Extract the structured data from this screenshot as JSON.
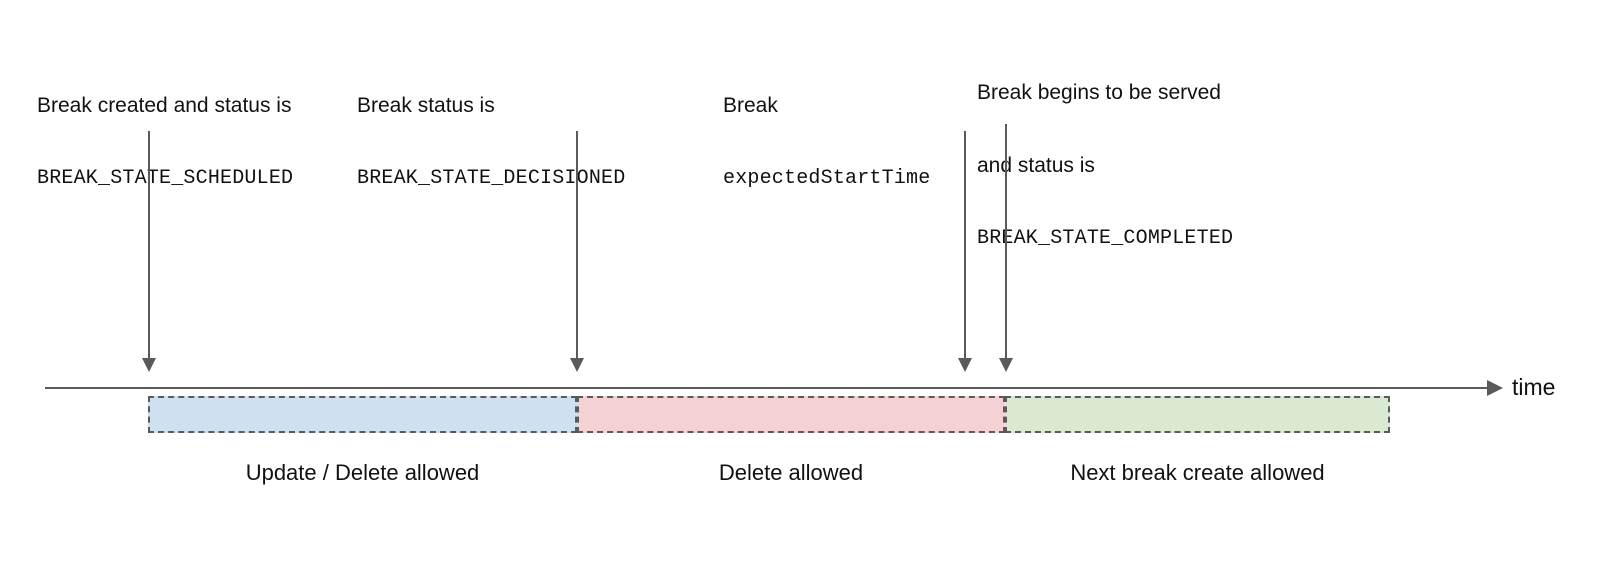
{
  "diagram": {
    "axis": {
      "label": "time"
    },
    "annotations": [
      {
        "id": "scheduled",
        "prose_lines": [
          "Break created and status is"
        ],
        "code_lines": [
          "BREAK_STATE_SCHEDULED"
        ]
      },
      {
        "id": "decisioned",
        "prose_lines": [
          "Break status is"
        ],
        "code_lines": [
          "BREAK_STATE_DECISIONED"
        ]
      },
      {
        "id": "start",
        "prose_lines": [
          "Break"
        ],
        "code_lines": [
          "expectedStartTime"
        ]
      },
      {
        "id": "completed",
        "prose_lines": [
          "Break begins to be served",
          "and status is"
        ],
        "code_lines": [
          "BREAK_STATE_COMPLETED"
        ]
      }
    ],
    "phases": [
      {
        "id": "scheduled",
        "caption": "Update / Delete allowed",
        "fill": "#cfe0f0"
      },
      {
        "id": "decisioned",
        "caption": "Delete allowed",
        "fill": "#f4d2d4"
      },
      {
        "id": "completed",
        "caption": "Next break create allowed",
        "fill": "#d9e9d2"
      }
    ],
    "colors": {
      "stroke": "#5a5a5a",
      "text": "#111111",
      "background": "#ffffff"
    }
  }
}
